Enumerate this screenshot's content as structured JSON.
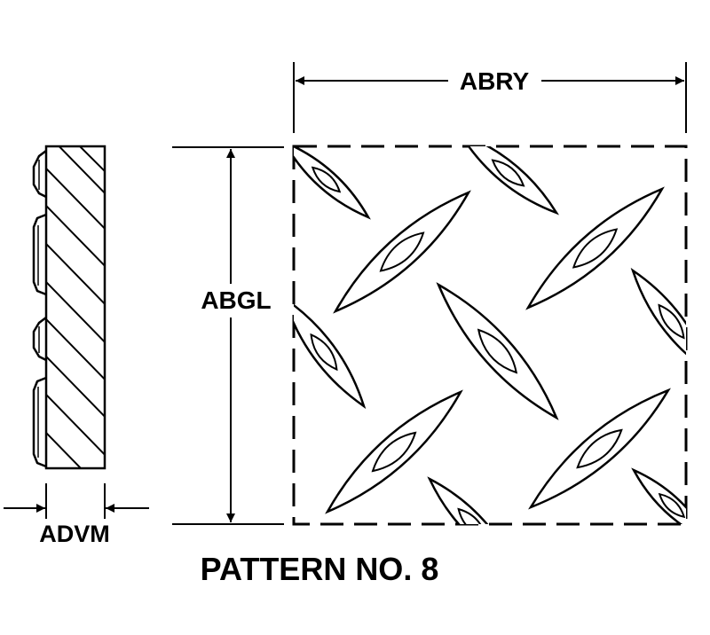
{
  "diagram": {
    "dimension_labels": {
      "width": "ABRY",
      "height": "ABGL",
      "thickness": "ADVM"
    },
    "caption": "PATTERN NO. 8"
  }
}
